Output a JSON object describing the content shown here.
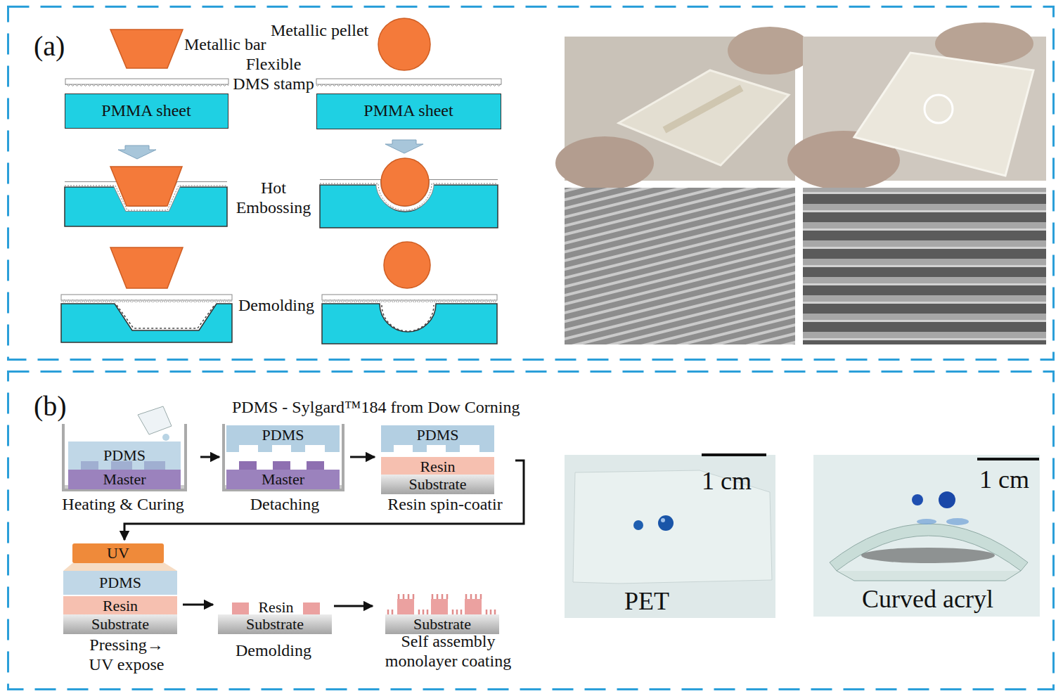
{
  "diagram": {
    "nodes": [
      {
        "text": [
          "(a)"
        ]
      },
      {
        "text": [
          "PMMA sheet"
        ],
        "in": 0
      },
      {
        "text": [
          "PMMA sheet"
        ],
        "in": 0
      },
      {
        "text": [
          "(b)"
        ]
      },
      {
        "text": [
          "Heating & Curing"
        ],
        "in": 3
      },
      {
        "text": [
          "PDMS"
        ],
        "in": 4
      },
      {
        "text": [
          "Master"
        ],
        "in": 4
      },
      {
        "text": [
          "Detaching"
        ],
        "in": 3
      },
      {
        "text": [
          "PDMS"
        ],
        "in": 7
      },
      {
        "text": [
          "Master"
        ],
        "in": 7
      },
      {
        "text": [
          "Resin spin-coatir"
        ],
        "in": 3
      },
      {
        "text": [
          "PDMS"
        ],
        "in": 10
      },
      {
        "text": [
          "Resin"
        ],
        "in": 10
      },
      {
        "text": [
          "Substrate"
        ],
        "in": 10
      },
      {
        "text": [
          "Pressing→ UV expose"
        ],
        "in": 3
      },
      {
        "text": [
          "UV"
        ],
        "in": 14
      },
      {
        "text": [
          "PDMS"
        ],
        "in": 14
      },
      {
        "text": [
          "Resin"
        ],
        "in": 14
      },
      {
        "text": [
          "Substrate"
        ],
        "in": 14
      },
      {
        "text": [
          "Demolding"
        ],
        "in": 3
      },
      {
        "text": [
          "Resin"
        ],
        "in": 19
      },
      {
        "text": [
          "Substrate"
        ],
        "in": 19
      },
      {
        "text": [
          "Self assembly monolayer coating"
        ],
        "in": 3
      },
      {
        "text": [
          "Substrate"
        ],
        "in": 22
      },
      {
        "text": [
          "1 cm",
          "PET"
        ],
        "in": 3
      },
      {
        "text": [
          "1 cm",
          "Curved acryl"
        ],
        "in": 3
      }
    ],
    "edges": [
      {
        "from": 4,
        "to": 7,
        "arrow": "to"
      },
      {
        "from": 7,
        "to": 10,
        "arrow": "to"
      },
      {
        "from": 10,
        "to": 14,
        "arrow": "to"
      },
      {
        "from": 14,
        "to": 19,
        "arrow": "to"
      },
      {
        "from": 19,
        "to": 22,
        "arrow": "to"
      }
    ],
    "labels": [
      "Metallic bar",
      "Metallic pellet",
      "Flexible DMS stamp",
      "Hot Embossing",
      "Demolding",
      "PDMS - Sylgard™184 from Dow Corning"
    ]
  }
}
